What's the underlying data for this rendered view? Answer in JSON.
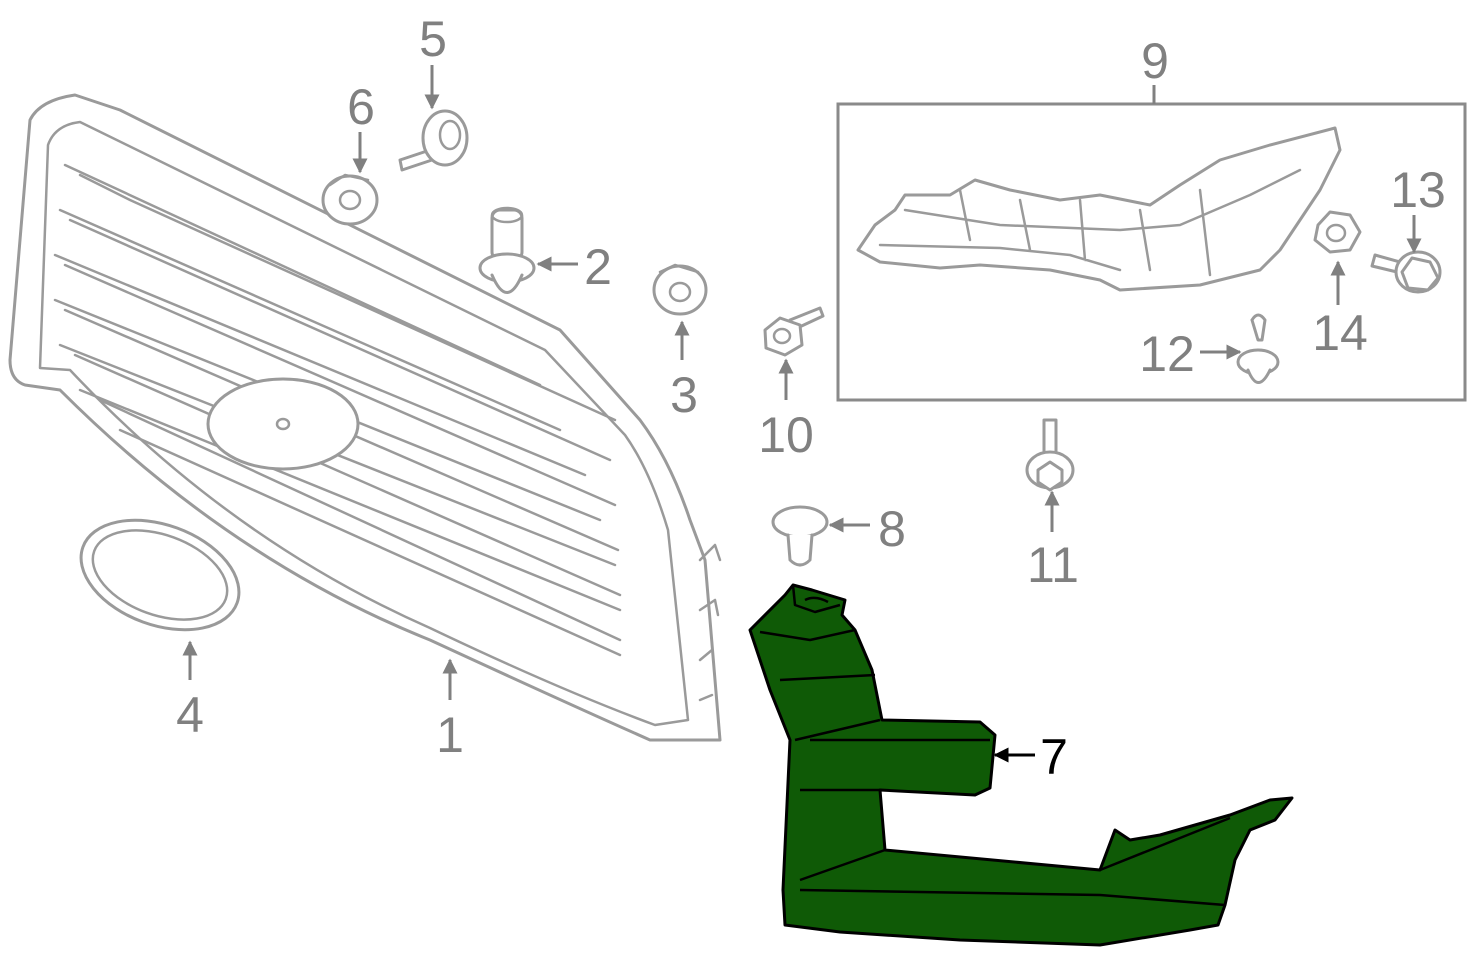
{
  "colors": {
    "highlight_part": "#0f5a06",
    "callout_text": "#808080",
    "highlight_callout": "#000000",
    "line_art": "#9a9a9a"
  },
  "callouts": {
    "c1": "1",
    "c2": "2",
    "c3": "3",
    "c4": "4",
    "c5": "5",
    "c6": "6",
    "c7": "7",
    "c8": "8",
    "c9": "9",
    "c10": "10",
    "c11": "11",
    "c12": "12",
    "c13": "13",
    "c14": "14"
  },
  "highlighted_callout": "7"
}
